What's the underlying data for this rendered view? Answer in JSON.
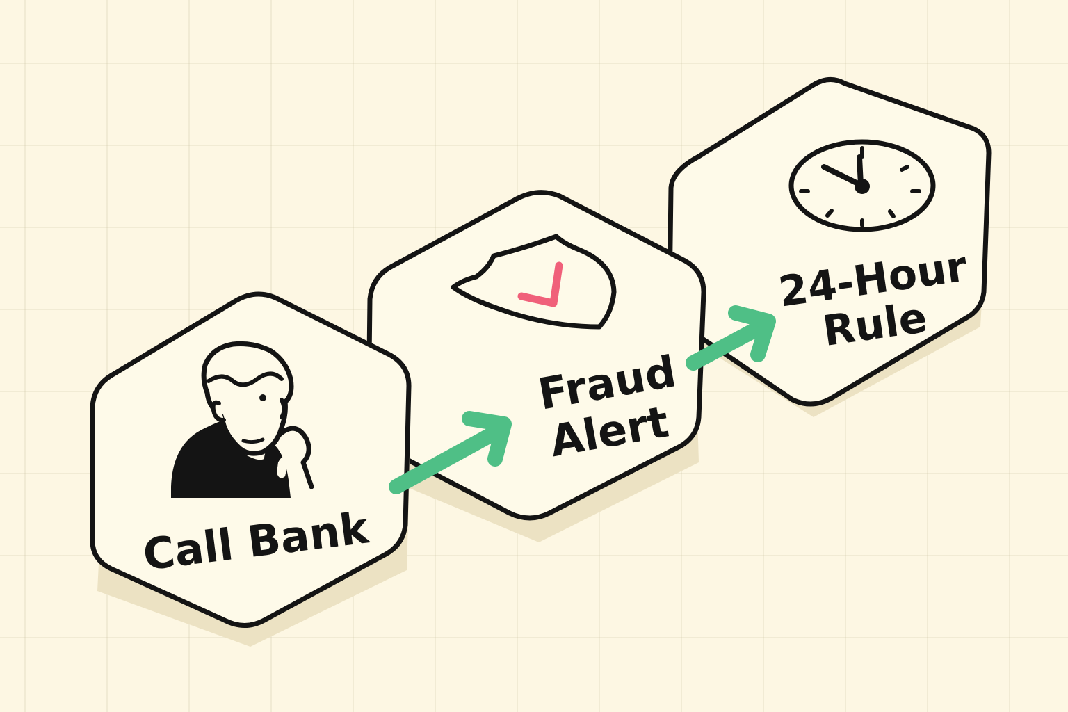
{
  "steps": [
    {
      "id": "call-bank",
      "label": "Call Bank",
      "icon": "phone-call-person-icon"
    },
    {
      "id": "fraud-alert",
      "label_line1": "Fraud",
      "label_line2": "Alert",
      "icon": "shield-check-icon"
    },
    {
      "id": "24-hour-rule",
      "label_line1": "24-Hour",
      "label_line2": "Rule",
      "icon": "clock-icon"
    }
  ],
  "colors": {
    "background": "#fdf7e3",
    "tile_fill": "#fefae9",
    "outline": "#141414",
    "arrow": "#4fbf86",
    "check": "#f0607a",
    "shadow": "#ece2c3"
  }
}
